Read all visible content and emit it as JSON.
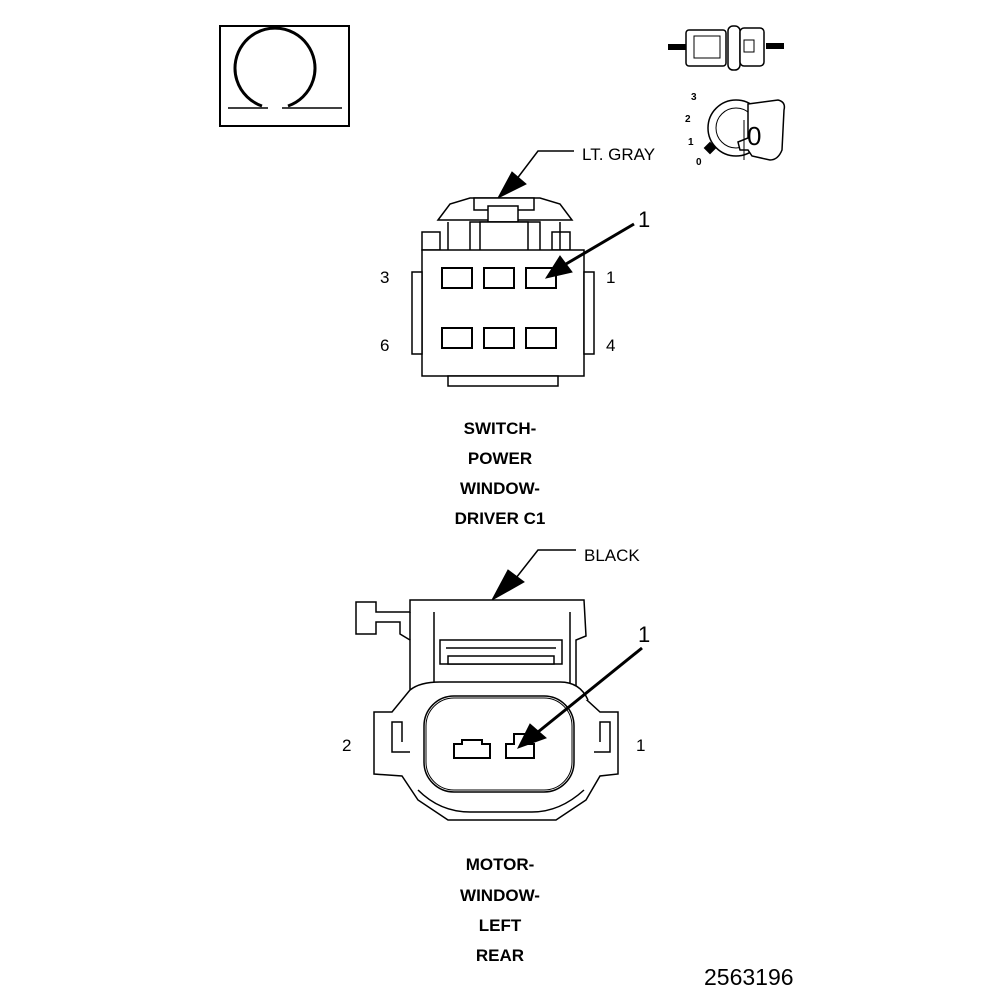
{
  "view_indicator": {
    "icon": "terminal-view-icon"
  },
  "key_indicator": {
    "positions": [
      "3",
      "2",
      "1",
      "0"
    ],
    "key_digit": "0"
  },
  "connector_c1": {
    "color_label": "LT. GRAY",
    "callout": "1",
    "pin_labels": {
      "top_left": "3",
      "top_right": "1",
      "bottom_left": "6",
      "bottom_right": "4"
    },
    "caption_lines": [
      "SWITCH-",
      "POWER",
      "WINDOW-",
      "DRIVER C1"
    ]
  },
  "connector_motor": {
    "color_label": "BLACK",
    "callout": "1",
    "pin_labels": {
      "left": "2",
      "right": "1"
    },
    "caption_lines": [
      "MOTOR-",
      "WINDOW-",
      "LEFT",
      "REAR"
    ]
  },
  "figure_number": "2563196"
}
